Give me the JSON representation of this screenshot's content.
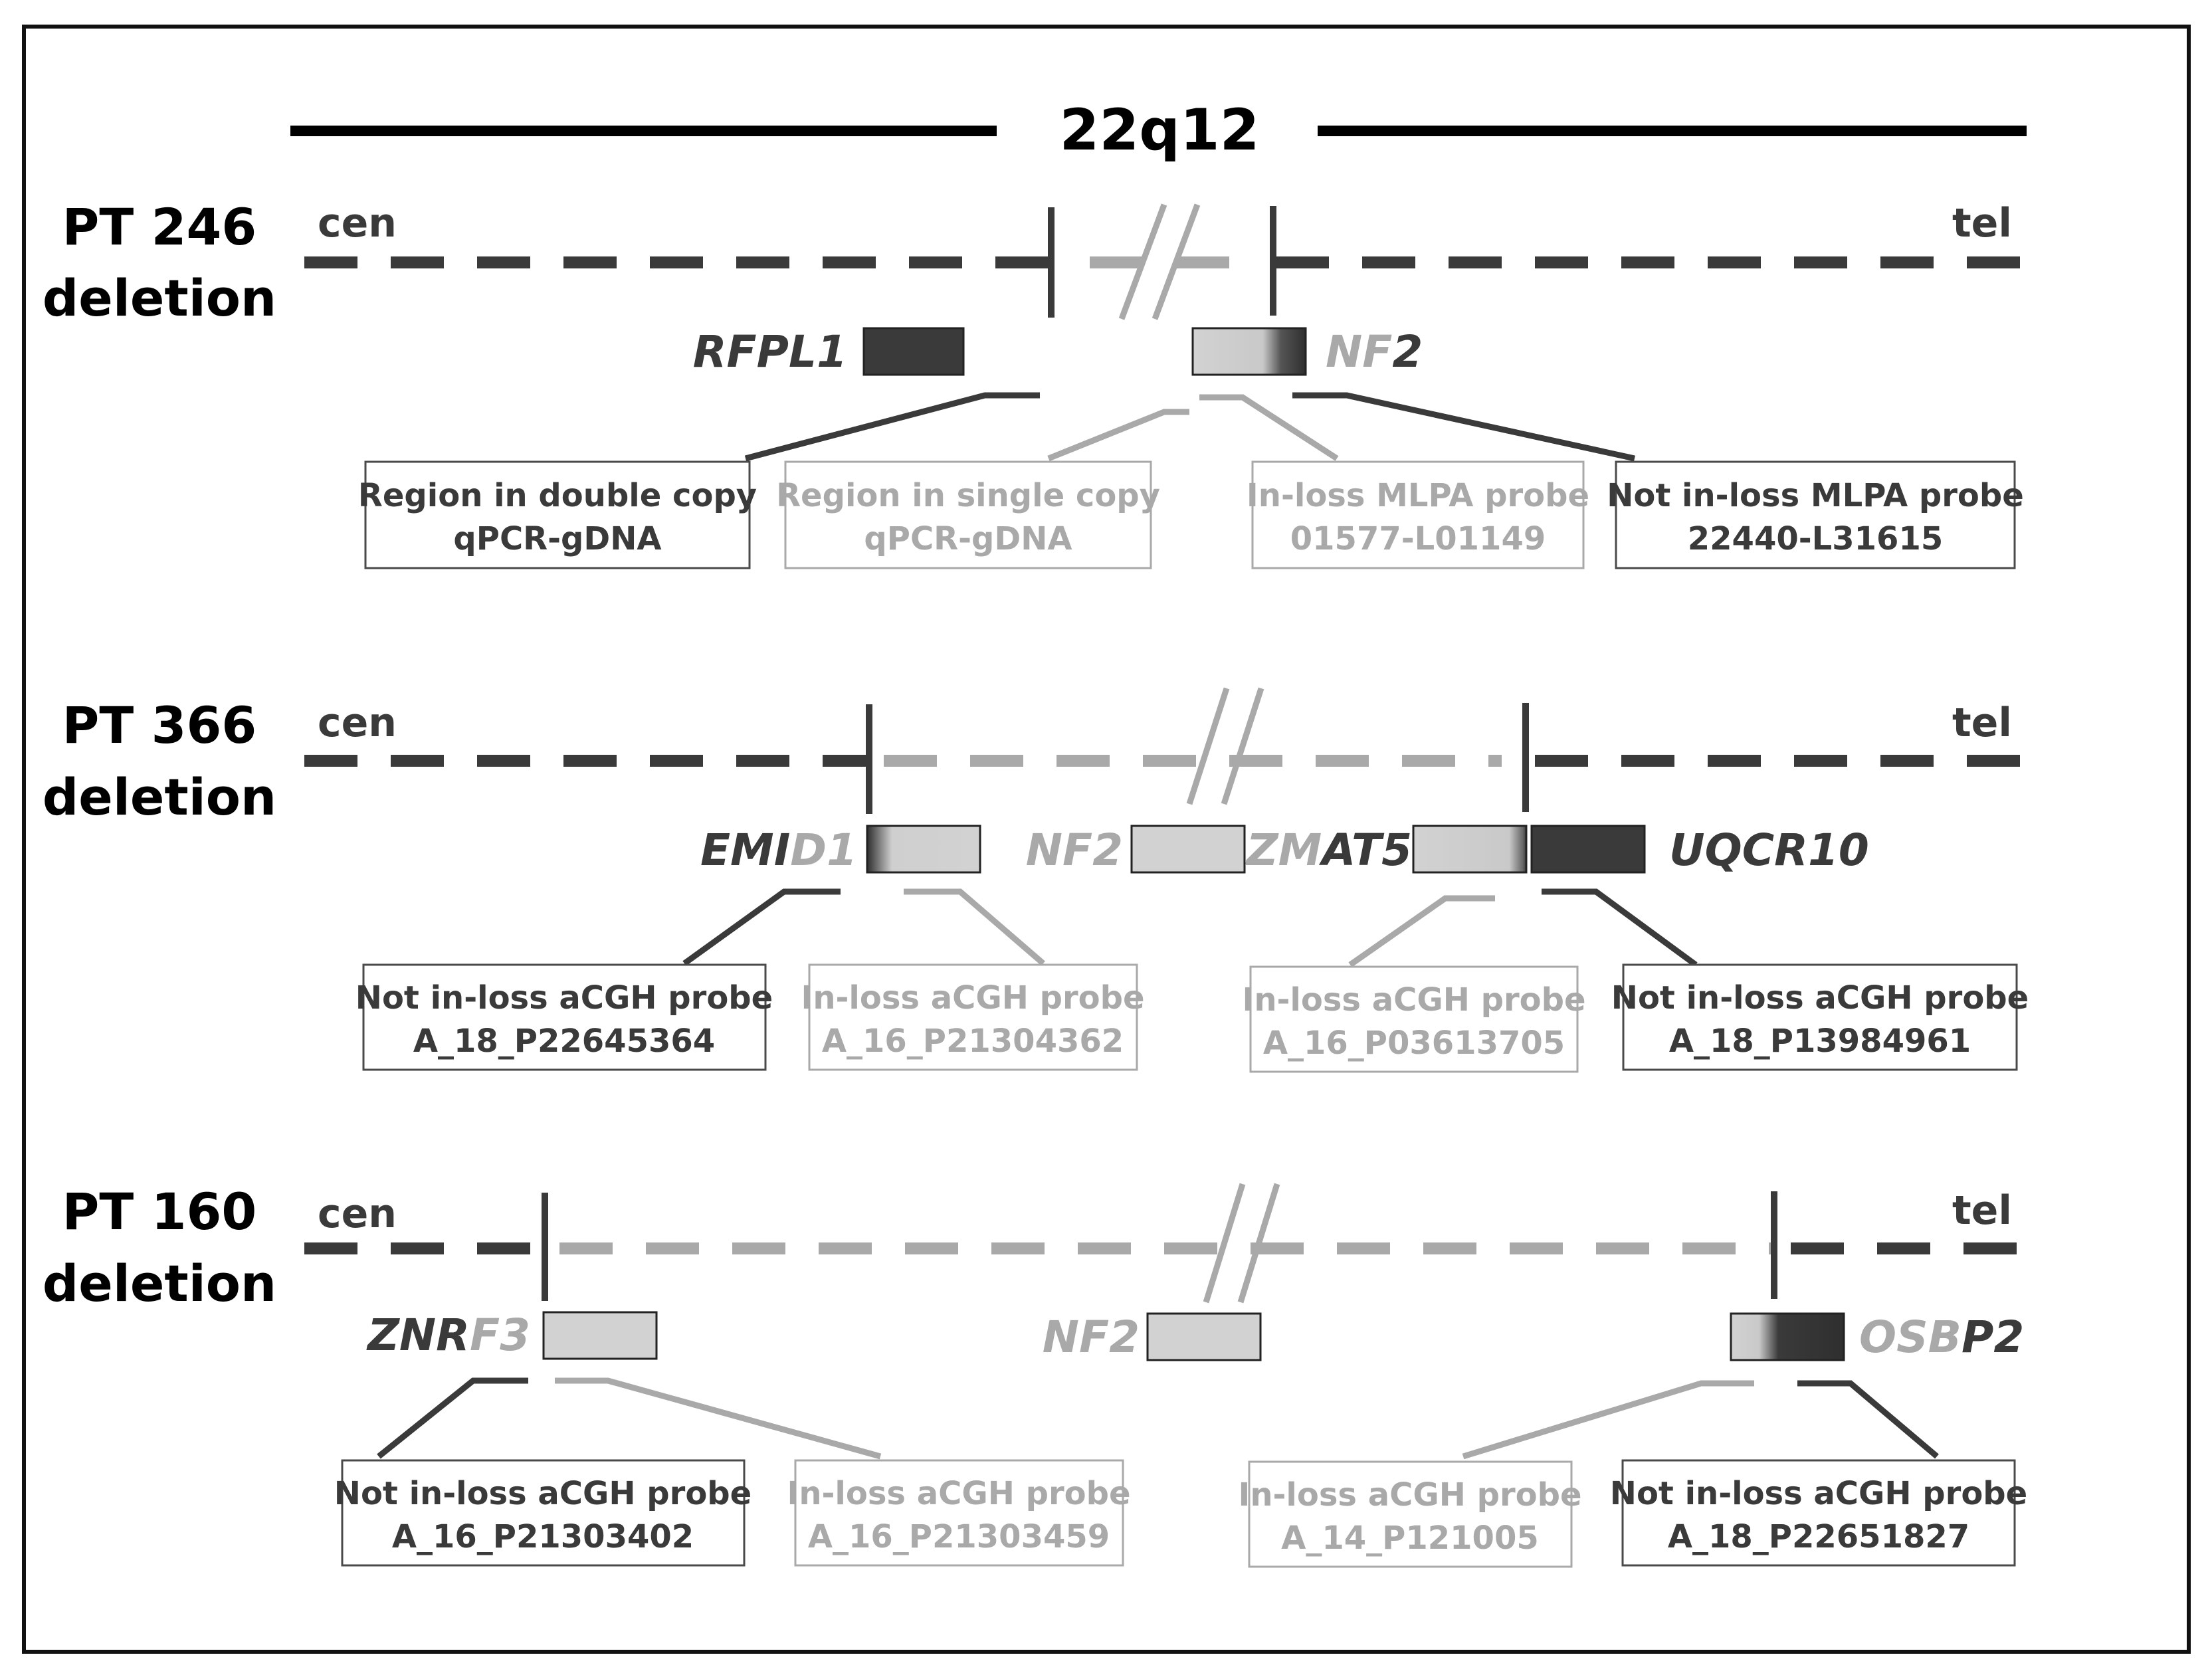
{
  "colors": {
    "dark": "#3a3a3a",
    "light": "#a9a9a9",
    "box_light": "#d2d2d2",
    "frame": "#111111"
  },
  "title": "22q12",
  "panels": [
    {
      "patient": "PT 246",
      "deletion": "deletion",
      "cen": "cen",
      "tel": "tel",
      "genes": [
        {
          "id": "rfpl1",
          "parts": [
            {
              "t": "RFPL1",
              "tone": "dark"
            }
          ]
        },
        {
          "id": "nf2",
          "parts": [
            {
              "t": "NF",
              "tone": "light"
            },
            {
              "t": "2",
              "tone": "dark"
            }
          ]
        }
      ],
      "boxes": [
        {
          "id": "p246-b1",
          "tone": "dark",
          "lines": [
            "Region in double copy",
            "qPCR-gDNA"
          ]
        },
        {
          "id": "p246-b2",
          "tone": "light",
          "lines": [
            "Region in single copy",
            "qPCR-gDNA"
          ]
        },
        {
          "id": "p246-b3",
          "tone": "light",
          "lines": [
            "In-loss MLPA probe",
            "01577-L01149"
          ]
        },
        {
          "id": "p246-b4",
          "tone": "dark",
          "lines": [
            "Not in-loss MLPA probe",
            "22440-L31615"
          ]
        }
      ]
    },
    {
      "patient": "PT 366",
      "deletion": "deletion",
      "cen": "cen",
      "tel": "tel",
      "genes": [
        {
          "id": "emid1",
          "parts": [
            {
              "t": "EMI",
              "tone": "dark"
            },
            {
              "t": "D1",
              "tone": "light"
            }
          ]
        },
        {
          "id": "nf2",
          "parts": [
            {
              "t": "NF2",
              "tone": "light"
            }
          ]
        },
        {
          "id": "zmat5",
          "parts": [
            {
              "t": "ZM",
              "tone": "light"
            },
            {
              "t": "AT5",
              "tone": "dark"
            }
          ]
        },
        {
          "id": "uqcr10",
          "parts": [
            {
              "t": "UQCR10",
              "tone": "dark"
            }
          ]
        }
      ],
      "boxes": [
        {
          "id": "p366-b1",
          "tone": "dark",
          "lines": [
            "Not in-loss aCGH probe",
            "A_18_P22645364"
          ]
        },
        {
          "id": "p366-b2",
          "tone": "light",
          "lines": [
            "In-loss aCGH probe",
            "A_16_P21304362"
          ]
        },
        {
          "id": "p366-b3",
          "tone": "light",
          "lines": [
            "In-loss aCGH probe",
            "A_16_P03613705"
          ]
        },
        {
          "id": "p366-b4",
          "tone": "dark",
          "lines": [
            "Not in-loss aCGH probe",
            "A_18_P13984961"
          ]
        }
      ]
    },
    {
      "patient": "PT 160",
      "deletion": "deletion",
      "cen": "cen",
      "tel": "tel",
      "genes": [
        {
          "id": "znrf3",
          "parts": [
            {
              "t": "ZNR",
              "tone": "dark"
            },
            {
              "t": "F3",
              "tone": "light"
            }
          ]
        },
        {
          "id": "nf2",
          "parts": [
            {
              "t": "NF2",
              "tone": "light"
            }
          ]
        },
        {
          "id": "osbp2",
          "parts": [
            {
              "t": "OSB",
              "tone": "light"
            },
            {
              "t": "P2",
              "tone": "dark"
            }
          ]
        }
      ],
      "boxes": [
        {
          "id": "p160-b1",
          "tone": "dark",
          "lines": [
            "Not in-loss aCGH probe",
            "A_16_P21303402"
          ]
        },
        {
          "id": "p160-b2",
          "tone": "light",
          "lines": [
            "In-loss aCGH probe",
            "A_16_P21303459"
          ]
        },
        {
          "id": "p160-b3",
          "tone": "light",
          "lines": [
            "In-loss aCGH probe",
            "A_14_P121005"
          ]
        },
        {
          "id": "p160-b4",
          "tone": "dark",
          "lines": [
            "Not in-loss aCGH probe",
            "A_18_P22651827"
          ]
        }
      ]
    }
  ]
}
